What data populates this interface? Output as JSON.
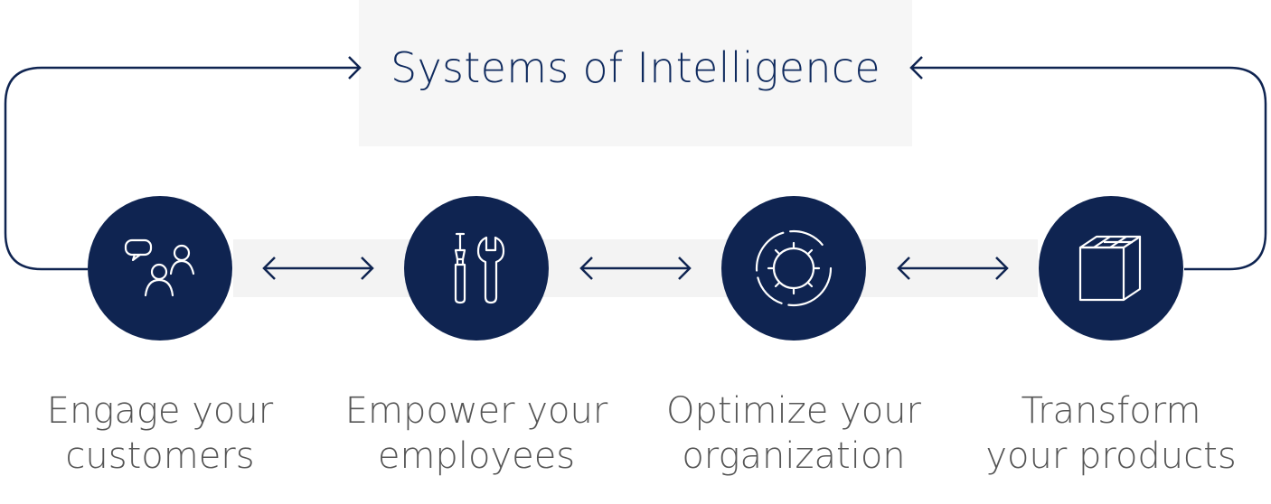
{
  "title": "Systems of Intelligence",
  "colors": {
    "navy": "#0f2451",
    "title_text": "#0f2a5e",
    "label_text": "#555555",
    "title_box": "#f6f6f6",
    "band": "#f3f3f3"
  },
  "nodes": [
    {
      "icon": "people-chat-icon",
      "label_line1": "Engage your",
      "label_line2": "customers"
    },
    {
      "icon": "tools-icon",
      "label_line1": "Empower your",
      "label_line2": "employees"
    },
    {
      "icon": "gear-icon",
      "label_line1": "Optimize your",
      "label_line2": "organization"
    },
    {
      "icon": "box-icon",
      "label_line1": "Transform",
      "label_line2": "your products"
    }
  ]
}
